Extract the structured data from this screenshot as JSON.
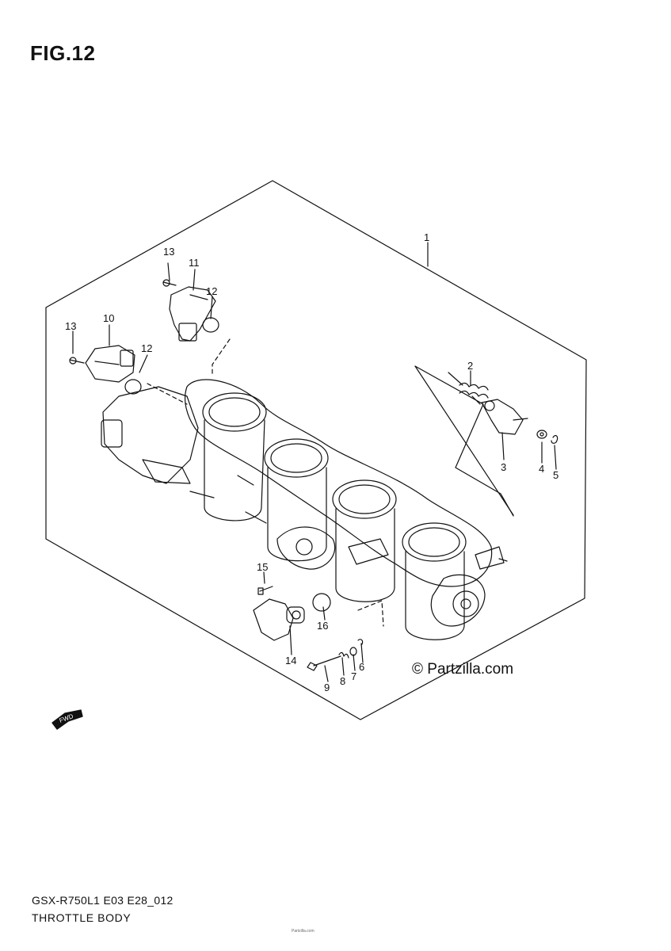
{
  "figure": {
    "title": "FIG.12",
    "watermark": "© Partzilla.com",
    "model_code": "GSX-R750L1 E03 E28_012",
    "section_name": "THROTTLE BODY",
    "fine_print": "Partzilla.com",
    "fwd_label": "FWD"
  },
  "callouts": {
    "c1": "1",
    "c2": "2",
    "c3": "3",
    "c4": "4",
    "c5": "5",
    "c6": "6",
    "c7": "7",
    "c8": "8",
    "c9": "9",
    "c10": "10",
    "c11": "11",
    "c12a": "12",
    "c12b": "12",
    "c13a": "13",
    "c13b": "13",
    "c14": "14",
    "c15": "15",
    "c16": "16"
  },
  "colors": {
    "line": "#111111",
    "background": "#ffffff"
  }
}
